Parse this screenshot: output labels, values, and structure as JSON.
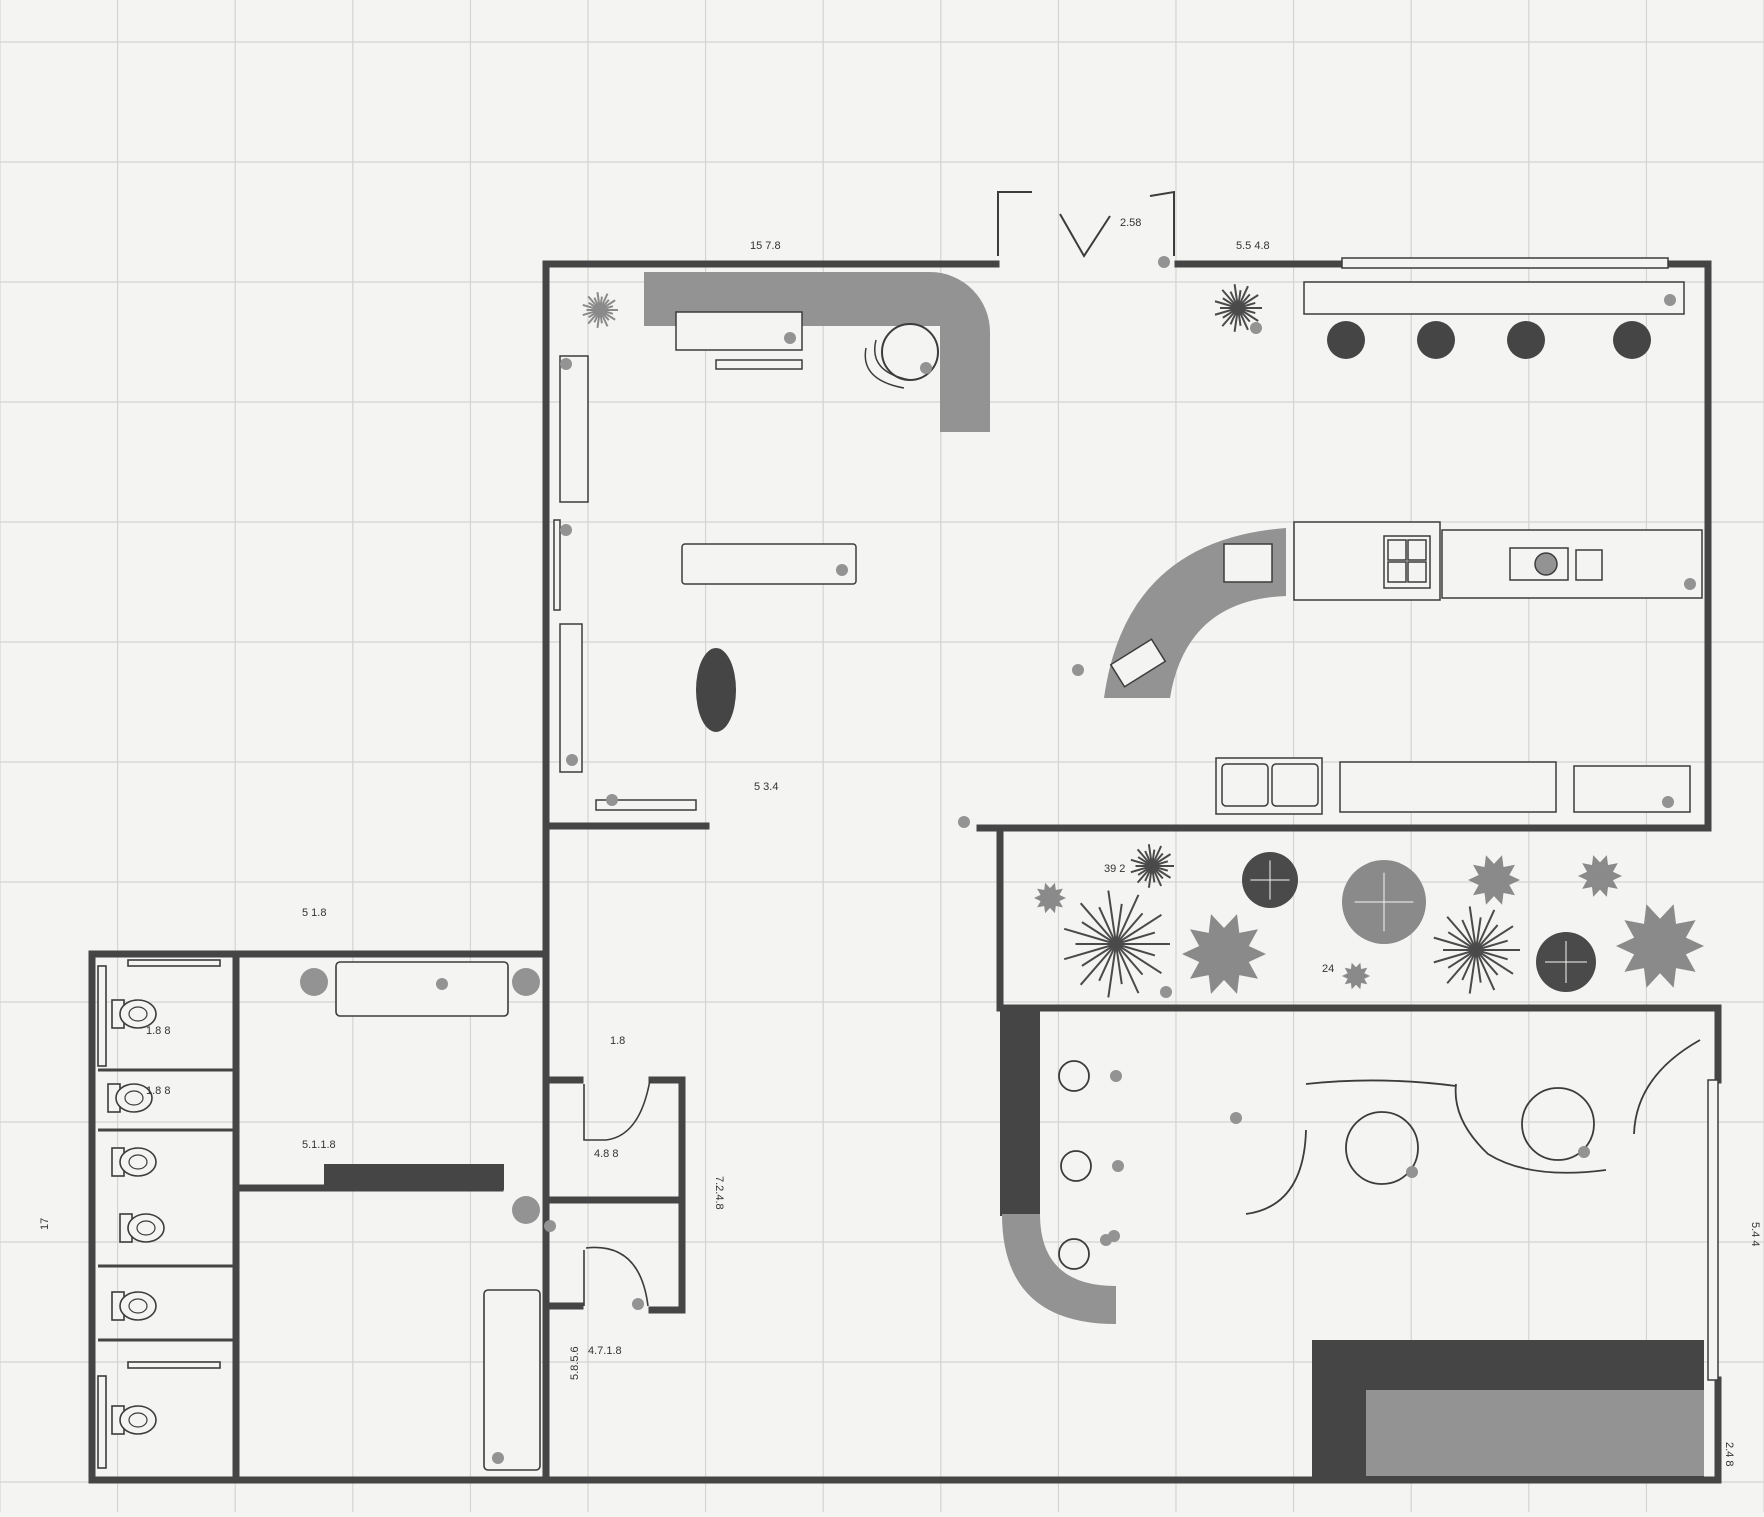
{
  "colors": {
    "background": "#f4f4f2",
    "grid_major": "#d4d4d2",
    "grid_minor": "#e6e6e4",
    "wall": "#454545",
    "fixture_fill": "#939393",
    "fixture_stroke": "#3c3c3c",
    "plant_dark": "#4a4a4a",
    "plant_mid": "#8a8a8a"
  },
  "icons": {
    "plant": "plant-icon",
    "toilet": "toilet-icon",
    "sink": "sink-icon",
    "stove": "stove-icon",
    "door_swing": "door-swing-icon",
    "table": "table-icon",
    "chair": "chair-icon"
  },
  "dimensions": {
    "top_left": "15  7.8",
    "entry": "2.58",
    "top_right": "5.5 4.8",
    "main_hall": "5  3.4",
    "restroom_top": "5  1.8",
    "garden": "39 2",
    "garden_low": "24",
    "stall_1": "1.8  8",
    "stall_2": "1.8  8",
    "corridor": "1.8",
    "restroom_mid": "5.1.1.8",
    "passage_a": "4.8  8",
    "passage_b": "7.2.4.8",
    "passage_c": "4.7.1.8",
    "west_height": "17",
    "right_lower": "5.4 4",
    "right_bottom": "2.4  8",
    "vertical_small": "5.8.5.6"
  }
}
